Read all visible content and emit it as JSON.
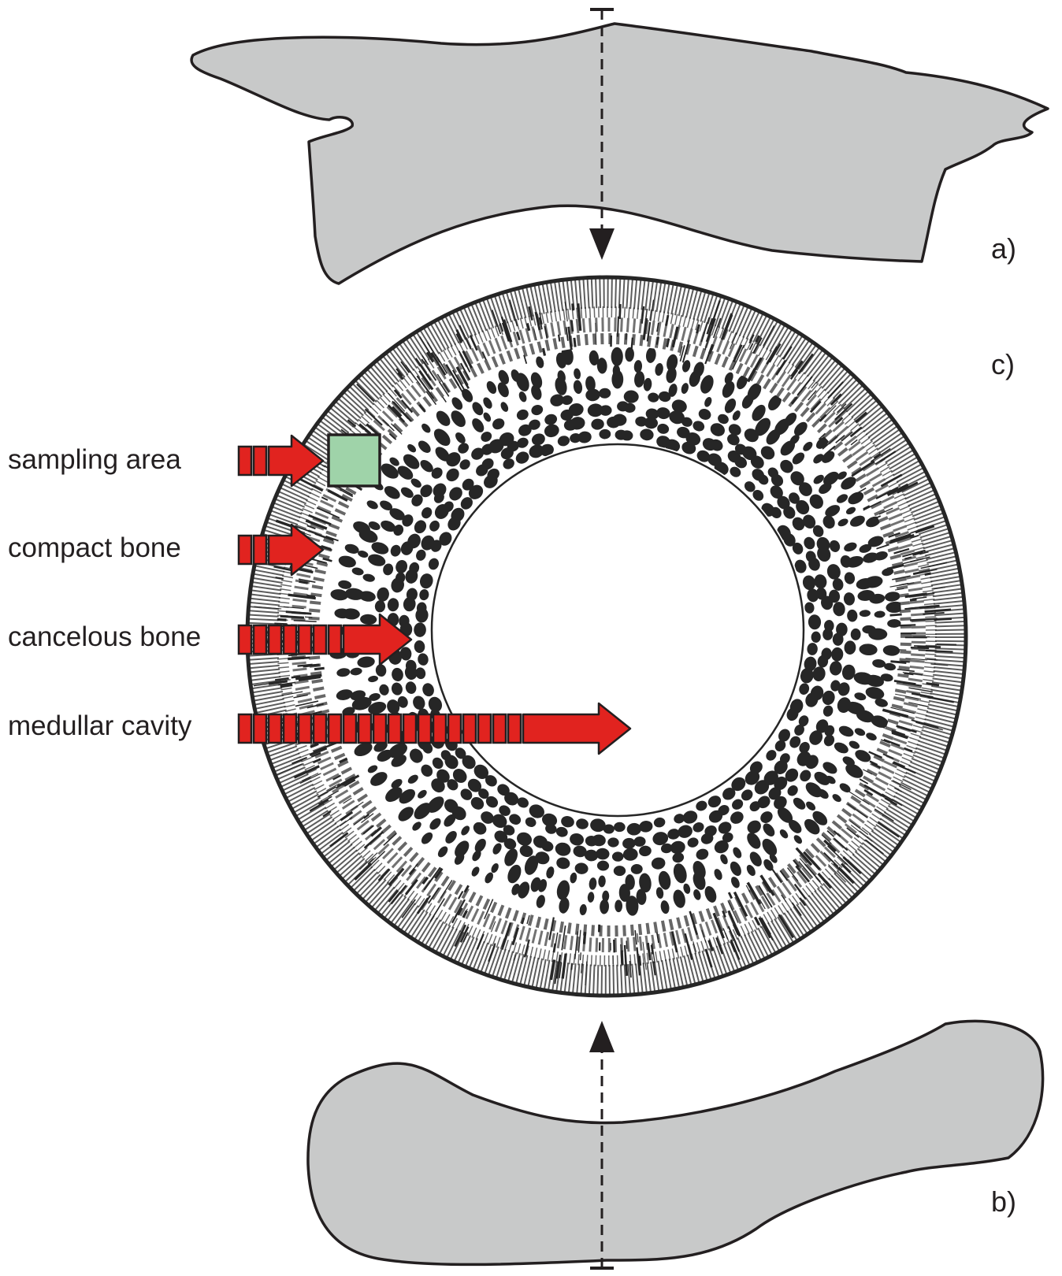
{
  "panels": {
    "a": "a)",
    "b": "b)",
    "c": "c)"
  },
  "labels": {
    "sampling_area": "sampling area",
    "compact_bone": "compact bone",
    "cancelous_bone": "cancelous bone",
    "medullar_cavity": "medullar cavity"
  },
  "colors": {
    "bone_fill": "#c8c9c9",
    "outline": "#231f20",
    "arrow_red": "#e1231f",
    "sampling_square": "#9fd3a9",
    "ring_dark": "#262626"
  },
  "icons": {
    "section_arrow": "dashed-arrow-icon",
    "pointer_arrow": "red-segmented-arrow-icon"
  }
}
